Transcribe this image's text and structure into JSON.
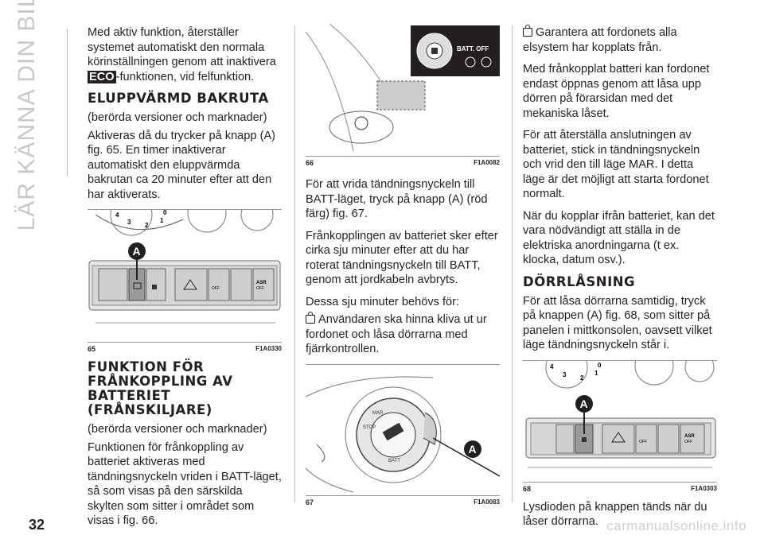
{
  "side_tab": "LÄR KÄNNA DIN BIL",
  "page_number": "32",
  "watermark": "carmanualsonline.info",
  "col1": {
    "p_intro": "Med aktiv funktion, återställer systemet automatiskt den normala körinställningen genom att inaktivera",
    "eco_badge": "ECO",
    "p_intro_tail": "-funktionen, vid felfunktion.",
    "h_eluppvarmd": "ELUPPVÄRMD BAKRUTA",
    "p_versions1": "(berörda versioner och marknader)",
    "p_eluppvarmd": "Aktiveras då du trycker på knapp (A) fig. 65. En timer inaktiverar automatiskt den eluppvärmda bakrutan ca 20 minuter efter att den har aktiverats.",
    "fig65_num": "65",
    "fig65_code": "F1A0330",
    "fig65_label_a": "A",
    "h_frankoppling": "FUNKTION FÖR FRÅNKOPPLING AV BATTERIET (FRÅNSKILJARE)",
    "p_versions2": "(berörda versioner och marknader)",
    "p_frankoppling": "Funktionen för frånkoppling av batteriet aktiveras med tändningsnyckeln vriden i BATT-läget, så som visas på den särskilda skylten som sitter i området som visas i fig. 66."
  },
  "col2": {
    "fig66_num": "66",
    "fig66_code": "F1A0082",
    "fig66_batt_off": "BATT. OFF",
    "p_vrida": "För att vrida tändningsnyckeln till BATT-läget, tryck på knapp (A) (röd färg) fig. 67.",
    "p_frankopplingen": "Frånkopplingen av batteriet sker efter cirka sju minuter efter att du har roterat tändningsnyckeln till BATT, genom att jordkabeln avbryts.",
    "p_dessa": "Dessa sju minuter behövs för:",
    "p_bullet1": "Användaren ska hinna kliva ut ur fordonet och låsa dörrarna med fjärrkontrollen.",
    "fig67_num": "67",
    "fig67_code": "F1A0083",
    "fig67_label_a": "A",
    "fig67_batt": "BATT",
    "fig67_mar": "MAR",
    "fig67_stop": "STOP"
  },
  "col3": {
    "p_bullet2": "Garantera att fordonets alla elsystem har kopplats från.",
    "p_med": "Med frånkopplat batteri kan fordonet endast öppnas genom att låsa upp dörren på förarsidan med det mekaniska låset.",
    "p_aterstalla": "För att återställa anslutningen av batteriet, stick in tändningsnyckeln och vrid den till läge MAR. I detta läge är det möjligt att starta fordonet normalt.",
    "p_nar": "När du kopplar ifrån batteriet, kan det vara nödvändigt att ställa in de elektriska anordningarna (t ex. klocka, datum osv.).",
    "h_dorrlasning": "DÖRRLÅSNING",
    "p_dorrlasning": "För att låsa dörrarna samtidig, tryck på knappen (A) fig. 68, som sitter på panelen i mittkonsolen, oavsett vilket läge tändningsnyckeln står i.",
    "fig68_num": "68",
    "fig68_code": "F1A0303",
    "fig68_label_a": "A",
    "p_lysdioden": "Lysdioden på knappen tänds när du låser dörrarna."
  },
  "panel_labels": {
    "asr": "ASR",
    "off": "OFF",
    "off2": "OFF",
    "dial_4": "4",
    "dial_3": "3",
    "dial_2": "2",
    "dial_1": "1",
    "dial_0": "0"
  }
}
